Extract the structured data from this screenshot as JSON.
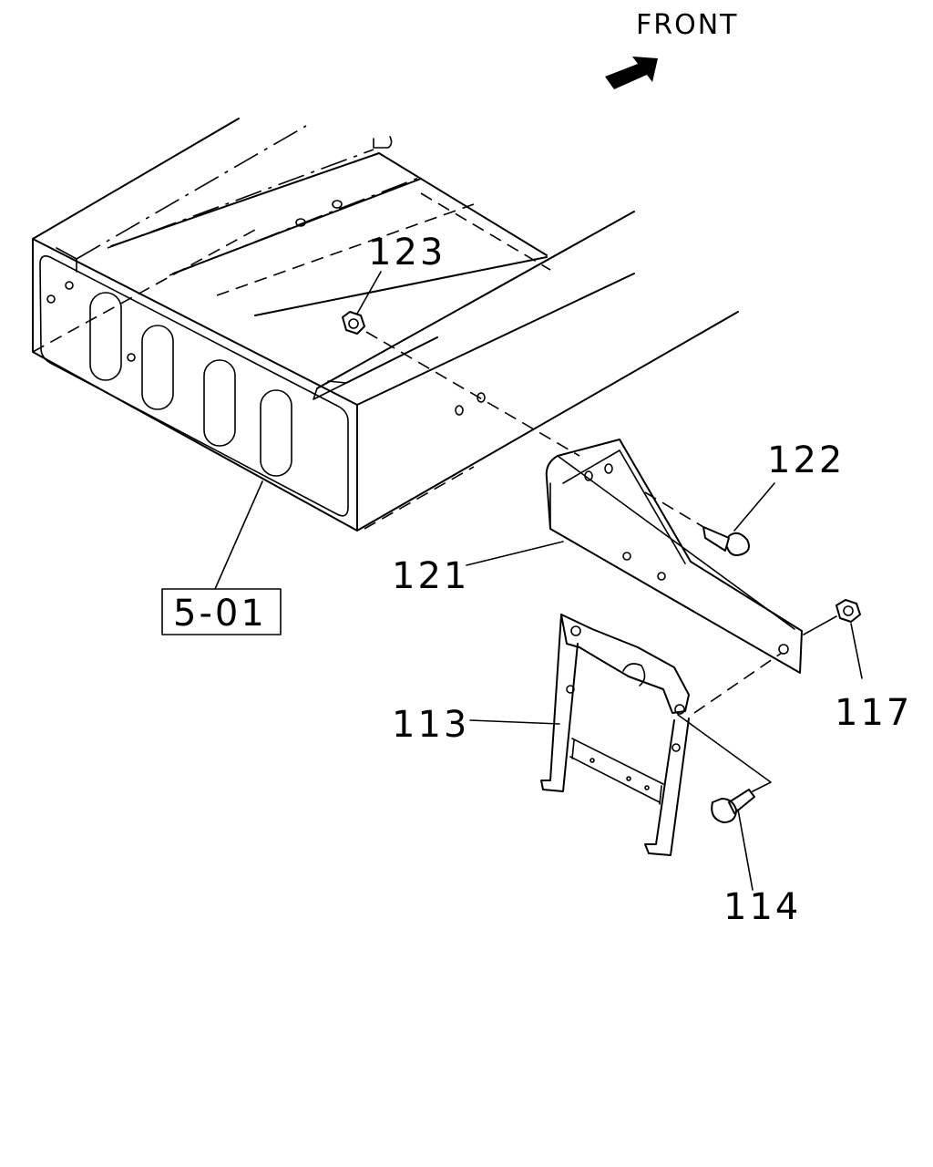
{
  "direction": {
    "label": "FRONT",
    "icon": "front-arrow-icon"
  },
  "callouts": {
    "c123": "123",
    "c122": "122",
    "c121": "121",
    "c117": "117",
    "c113": "113",
    "c114": "114",
    "ref_box": "5-01"
  },
  "colors": {
    "line": "#000000",
    "background": "#ffffff"
  }
}
